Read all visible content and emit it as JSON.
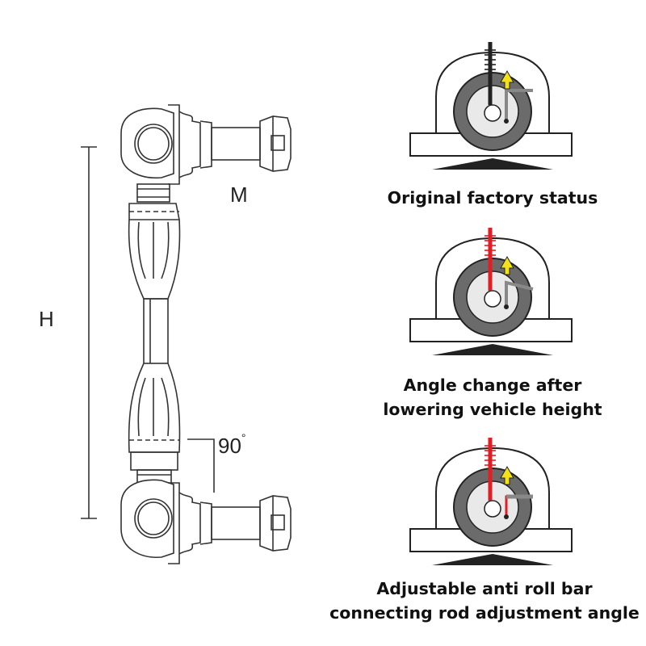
{
  "dimensions": {
    "height_label": "H",
    "thread_label": "M",
    "angle_value": "90",
    "angle_unit": "°"
  },
  "panels": [
    {
      "caption_lines": [
        "Original factory status"
      ],
      "rod_color": "#222222",
      "rod_state": "vertical"
    },
    {
      "caption_lines": [
        "Angle change after",
        "lowering vehicle height"
      ],
      "rod_color": "#e21d24",
      "rod_state": "tilted"
    },
    {
      "caption_lines": [
        "Adjustable anti roll bar",
        "connecting rod adjustment angle"
      ],
      "rod_color": "#e21d24",
      "rod_state": "corrected"
    }
  ],
  "colors": {
    "arrow_yellow": "#f5e11a",
    "bushing_gray": "#6b6b6b",
    "outline": "#222222"
  }
}
